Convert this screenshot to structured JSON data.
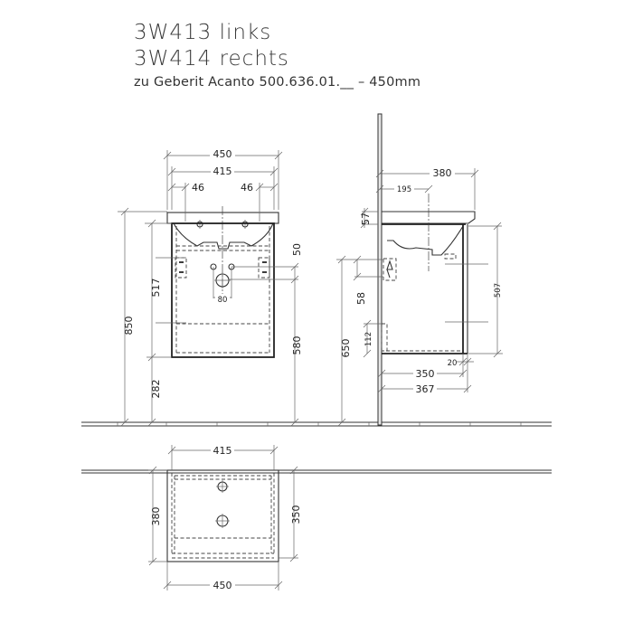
{
  "title": {
    "line1": "3W413 links",
    "line2": "3W414 rechts",
    "line3": "zu Geberit Acanto 500.636.01.__ – 450mm"
  },
  "front_view": {
    "width_overall": "450",
    "width_inner": "415",
    "tap_offset_left": "46",
    "tap_offset_right": "46",
    "height_total": "850",
    "cabinet_height": "517",
    "floor_to_cabinet": "282",
    "drain_spacing": "80",
    "drain_height": "580",
    "hanger_offset": "50"
  },
  "side_view": {
    "depth_overall": "380",
    "basin_center": "195",
    "basin_thickness": "57",
    "cabinet_height": "507",
    "hanger_height": "650",
    "hanger_spacing": "58",
    "plinth": "112",
    "depth_inner": "350",
    "depth_cabinet": "367",
    "front_thickness": "20"
  },
  "plan_view": {
    "width_inner": "415",
    "width_overall": "450",
    "depth_overall": "380",
    "depth_inner": "350"
  }
}
